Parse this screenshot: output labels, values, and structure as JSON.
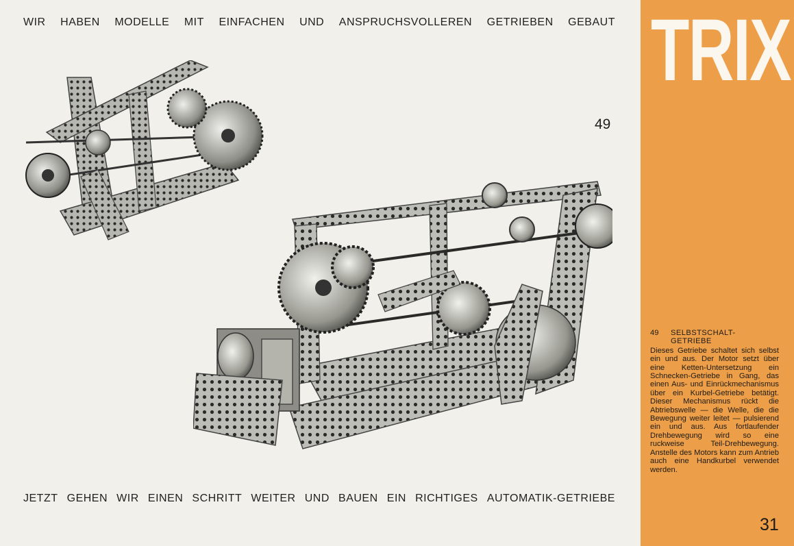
{
  "header": {
    "words": [
      "WIR",
      "HABEN",
      "MODELLE",
      "MIT",
      "EINFACHEN",
      "UND",
      "ANSPRUCHSVOLLEREN",
      "GETRIEBEN",
      "GEBAUT"
    ]
  },
  "figure": {
    "number": "49"
  },
  "footer": {
    "words": [
      "JETZT",
      "GEHEN",
      "WIR",
      "EINEN",
      "SCHRITT",
      "WEITER",
      "UND",
      "BAUEN",
      "EIN",
      "RICHTIGES",
      "AUTOMATIK-GETRIEBE"
    ]
  },
  "sidebar": {
    "brand": "TRIX",
    "caption_number": "49",
    "caption_title_1": "SELBSTSCHALT-",
    "caption_title_2": "GETRIEBE",
    "caption_body": "Dieses Getriebe schaltet sich selbst ein und aus. Der Motor setzt über eine Ketten-Untersetzung ein Schnecken-Getriebe in Gang, das einen Aus- und Einrückmechanismus über ein Kurbel-Getriebe betätigt. Dieser Mechanismus rückt die Abtriebswelle — die Welle, die die Bewegung weiter leitet — pulsierend ein und aus. Aus fortlaufender Drehbewegung wird so eine ruckweise Teil-Drehbewegung. Anstelle des Motors kann zum Antrieb auch eine Handkurbel verwendet werden.",
    "page_number": "31"
  },
  "colors": {
    "sidebar": "#ec9f48",
    "paper": "#f2f0ea",
    "metal": "#a9a9a4"
  }
}
